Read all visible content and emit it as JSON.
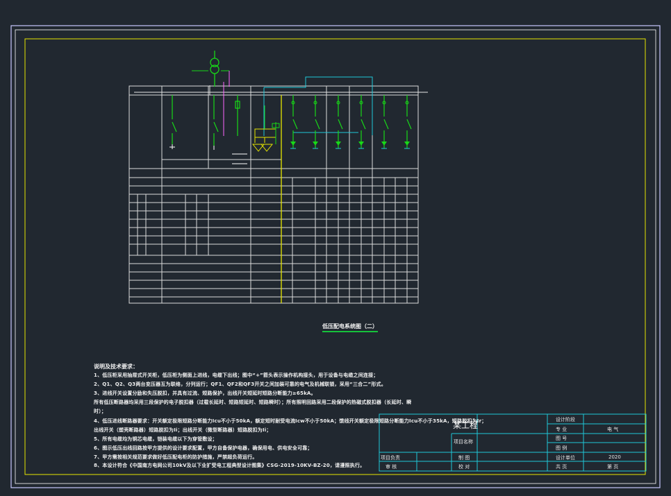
{
  "drawing": {
    "caption": "低压配电系统图（二）"
  },
  "notes": {
    "title": "说明及技术要求：",
    "lines": [
      "1、低压柜采用抽屉式开关柜，低压柜为侧面上进线，电缆下出线；图中“+”箭头表示操作机构接头，用于设备与电缆之间连接；",
      "2、Q1、Q2、Q3两台变压器互为联络，分列运行；QF1、QF2和QF3开关之间加装可靠的电气及机械联锁，采用“三合二”形式。",
      "3、进线开关设置分励和失压脱扣，并具有过流、短路保护，出线开关短延时短路分断能力≥65kA。",
      "所有低压断路器均采用三段保护的电子脱扣器（过载长延时、短路短延时、短路瞬时）；所有照明回路采用二段保护的热磁式脱扣器（长延时、瞬",
      "时）；",
      "4、低压进线断路器要求：开关额定极限短路分断能力Icu不小于50kA，额定短时耐受电流Icw不小于50kA；馈线开关额定极限短路分断能力Icu不小于35kA，短路脱扣为Ir；",
      "出线开关（塑壳断路器）短路脱扣为Ii；出线开关（微型断路器）短路脱扣为Ii；",
      "5、所有电缆均为铜芯电缆，铠装电缆以下为穿管敷设；",
      "6、图示低压出线回路按甲方提供的设计要求配置，甲方自备保护电器，确保用电、供电安全可靠；",
      "7、甲方需按相关规范要求做好低压配电柜的防护措施，严禁超负荷运行。",
      "8、本设计符合《中国南方电网公司10kV及以下业扩受电工程典型设计图集》CSG-2019-10KV-BZ-20，请遵照执行。"
    ]
  },
  "title_block": {
    "project_name": "某工程",
    "design_stage_label": "设计阶段",
    "specialty_label": "专 业",
    "specialty_value": "电 气",
    "drawing_no_label": "图 号",
    "scale_label": "图 例",
    "project_label": "项目名称",
    "leader_label": "项目负责",
    "drawn_label": "制 图",
    "reviewer_label": "审 核",
    "checker_label": "校 对",
    "date_label": "设计单位",
    "date_value": "2020",
    "sheets_label": "共 页",
    "sheet_label": "第 页"
  }
}
